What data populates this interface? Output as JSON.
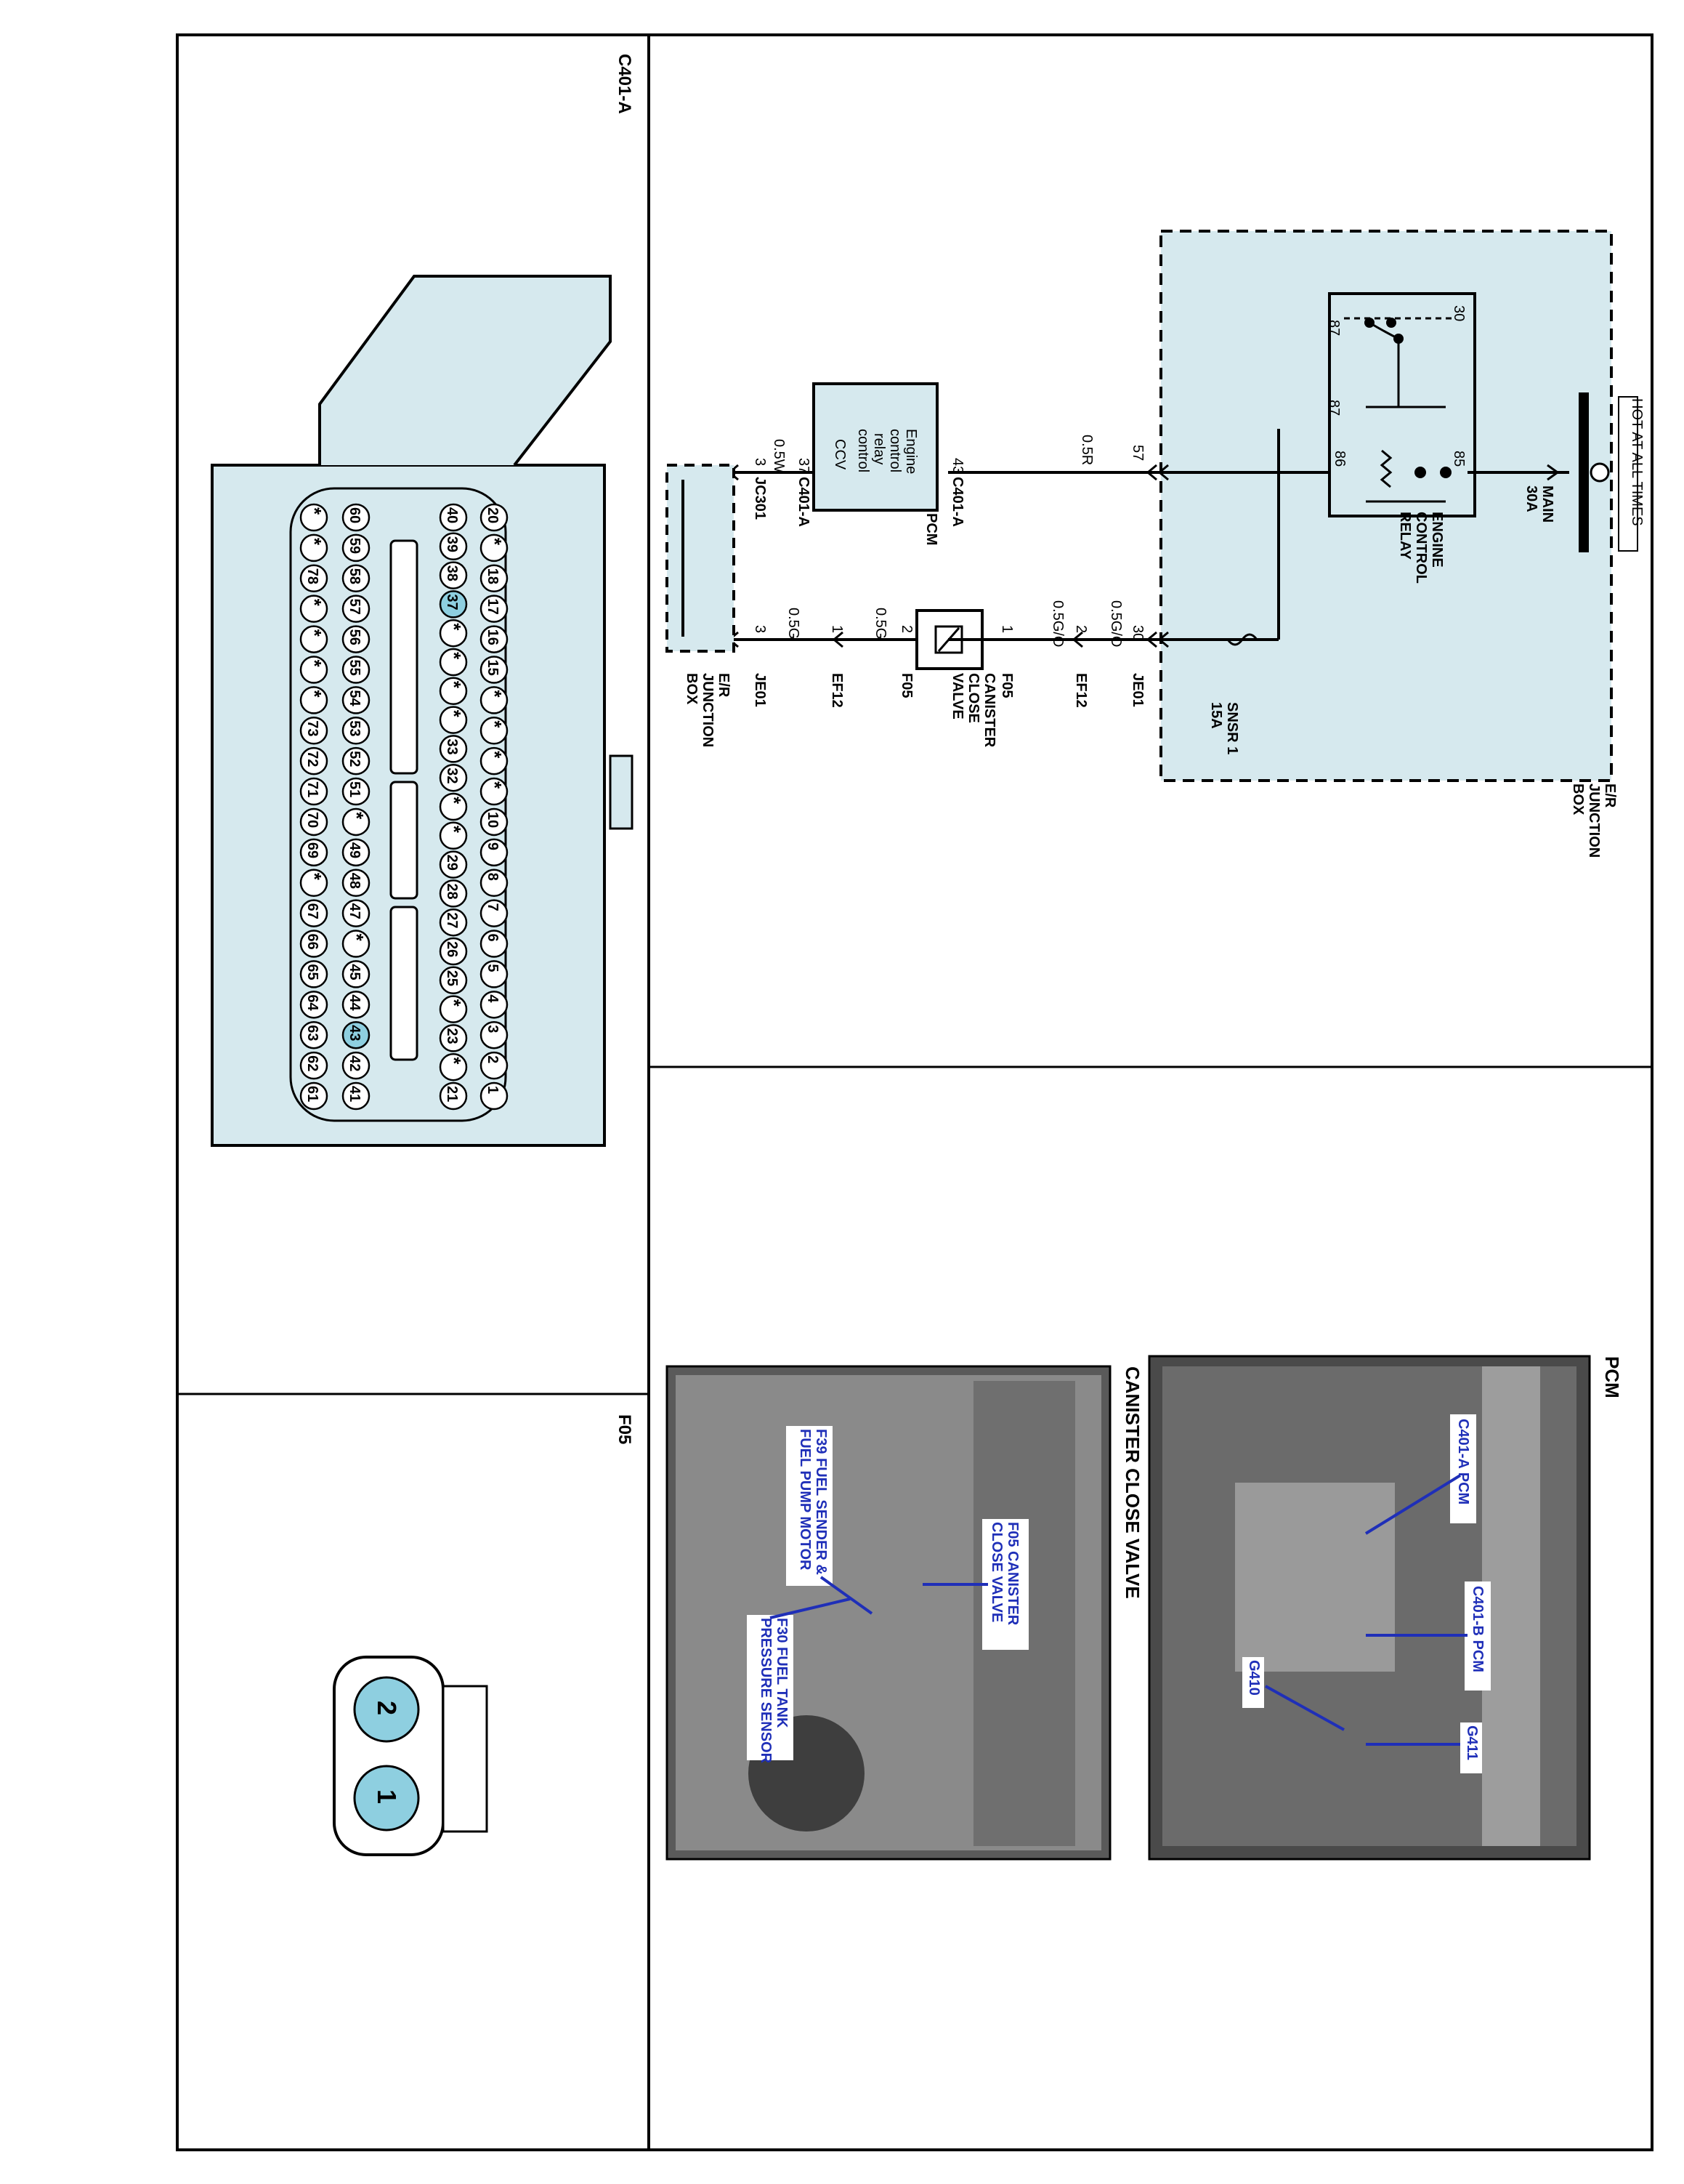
{
  "panels": {
    "connector_c401a": {
      "title": "C401-A"
    },
    "connector_f05": {
      "title": "F05"
    }
  },
  "schematic": {
    "hot_label": "HOT AT ALL TIMES",
    "fuse_main": {
      "name": "MAIN",
      "rating": "30A"
    },
    "relay": {
      "label_lines": [
        "ENGINE",
        "CONTROL",
        "RELAY"
      ],
      "pins": [
        "30",
        "85",
        "86",
        "87",
        "87"
      ]
    },
    "fuse_snsr": {
      "name": "SNSR 1",
      "rating": "15A"
    },
    "junction_box_top": {
      "label_lines": [
        "E/R",
        "JUNCTION",
        "BOX"
      ]
    },
    "junction_box_bottom": {
      "label_lines": [
        "E/R",
        "JUNCTION",
        "BOX"
      ]
    },
    "pcm": {
      "label": "PCM",
      "box_lines": [
        "Engine",
        "control",
        "relay",
        "control"
      ],
      "ccv": "CCV",
      "connector": "C401-A",
      "pin_in": "43",
      "pin_out": "37",
      "connector_bottom": "C401-A"
    },
    "wires": {
      "w1": {
        "color": "0.5R",
        "pin": "57"
      },
      "w2": {
        "color": "0.5G/O",
        "pin": "30",
        "connector": "JE01"
      },
      "w3": {
        "color": "0.5G/O",
        "pin": "2",
        "connector": "EF12"
      },
      "w4": {
        "color": "0.5G",
        "pin": "2",
        "connector": "F05"
      },
      "w5": {
        "color": "0.5G",
        "pin": "1",
        "connector": "EF12"
      },
      "w6": {
        "color": "0.5G",
        "pin": "3",
        "connector": "JE01"
      },
      "w7": {
        "color": "0.5W",
        "pin": "3",
        "connector": "JC301"
      }
    },
    "valve": {
      "label_lines": [
        "CANISTER",
        "CLOSE",
        "VALVE"
      ],
      "pin": "1",
      "connector": "F05"
    }
  },
  "c401a_pins": {
    "row1": [
      "20",
      "*",
      "18",
      "17",
      "16",
      "15",
      "*",
      "*",
      "*",
      "*",
      "10",
      "9",
      "8",
      "7",
      "6",
      "5",
      "4",
      "3",
      "2",
      "1"
    ],
    "row2": [
      "40",
      "39",
      "38",
      "37",
      "*",
      "*",
      "*",
      "*",
      "33",
      "32",
      "*",
      "*",
      "29",
      "28",
      "27",
      "26",
      "25",
      "*",
      "23",
      "*",
      "21"
    ],
    "row3": [
      "60",
      "59",
      "58",
      "57",
      "56",
      "55",
      "54",
      "53",
      "52",
      "51",
      "*",
      "49",
      "48",
      "47",
      "*",
      "45",
      "44",
      "43",
      "42",
      "41"
    ],
    "row4": [
      "*",
      "*",
      "78",
      "*",
      "*",
      "*",
      "*",
      "73",
      "72",
      "71",
      "70",
      "69",
      "*",
      "67",
      "66",
      "65",
      "64",
      "63",
      "62",
      "61"
    ],
    "highlighted": [
      "37",
      "43"
    ]
  },
  "f05_pins": [
    "2",
    "1"
  ],
  "photos": {
    "pcm": {
      "title": "PCM",
      "callouts": [
        "C401-A PCM",
        "C401-B PCM",
        "G410",
        "G411"
      ]
    },
    "canister": {
      "title": "CANISTER CLOSE VALVE",
      "callouts": [
        [
          "F05 CANISTER",
          "CLOSE VALVE"
        ],
        [
          "F39 FUEL SENDER &",
          "FUEL PUMP MOTOR"
        ],
        [
          "F30 FUEL TANK",
          "PRESSURE SENSOR"
        ]
      ]
    }
  },
  "colors": {
    "panel_fill": "#d6e9ee",
    "pin_highlight": "#8ecfe0",
    "callout_blue": "#1f2fb8",
    "line": "#000000"
  }
}
